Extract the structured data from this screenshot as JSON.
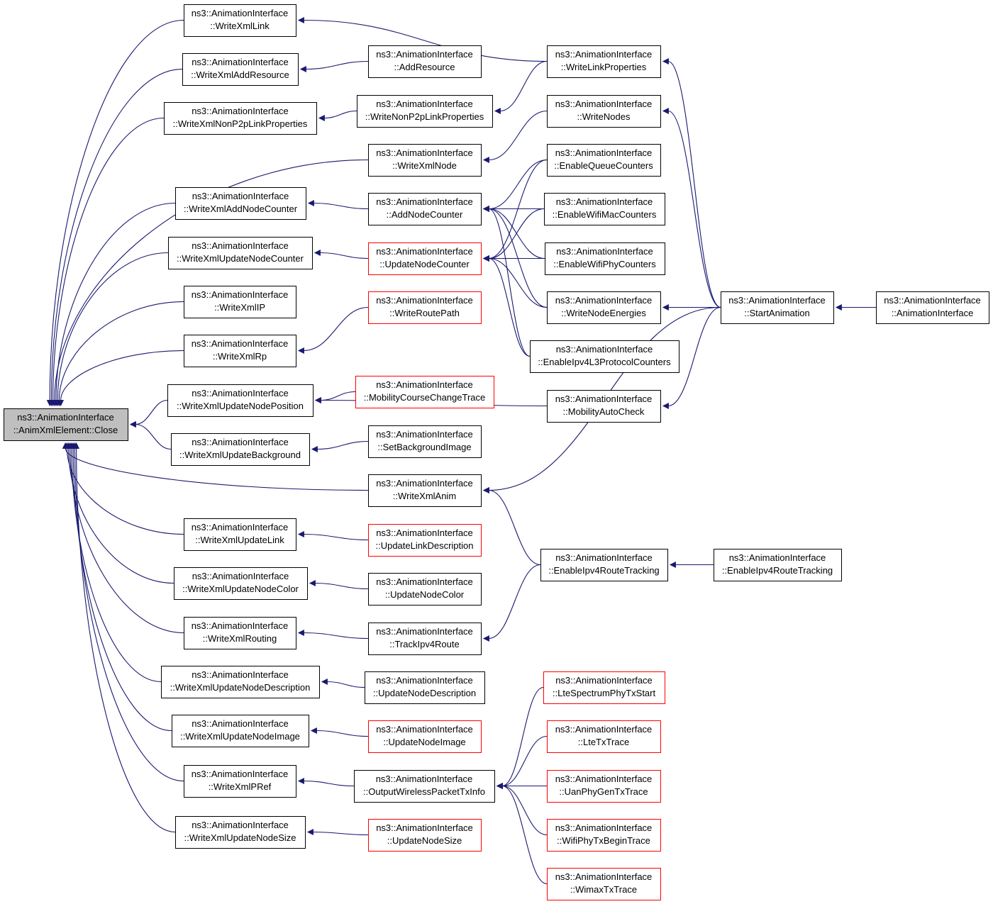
{
  "graph": {
    "edge_color": "#191970",
    "node_border_default": "#000000",
    "node_border_undocumented": "#ff0000",
    "root_fill": "#bfbfbf",
    "nodes": [
      {
        "id": "close",
        "lines": [
          "ns3::AnimationInterface",
          "::AnimXmlElement::Close"
        ],
        "style": "root"
      },
      {
        "id": "writeXmlLink",
        "lines": [
          "ns3::AnimationInterface",
          "::WriteXmlLink"
        ],
        "style": "normal"
      },
      {
        "id": "writeXmlAddResource",
        "lines": [
          "ns3::AnimationInterface",
          "::WriteXmlAddResource"
        ],
        "style": "normal"
      },
      {
        "id": "writeXmlNonP2p",
        "lines": [
          "ns3::AnimationInterface",
          "::WriteXmlNonP2pLinkProperties"
        ],
        "style": "normal"
      },
      {
        "id": "writeXmlAddNodeCounter",
        "lines": [
          "ns3::AnimationInterface",
          "::WriteXmlAddNodeCounter"
        ],
        "style": "normal"
      },
      {
        "id": "writeXmlUpdateNodeCounter",
        "lines": [
          "ns3::AnimationInterface",
          "::WriteXmlUpdateNodeCounter"
        ],
        "style": "normal"
      },
      {
        "id": "writeXmlIP",
        "lines": [
          "ns3::AnimationInterface",
          "::WriteXmlIP"
        ],
        "style": "normal"
      },
      {
        "id": "writeXmlRp",
        "lines": [
          "ns3::AnimationInterface",
          "::WriteXmlRp"
        ],
        "style": "normal"
      },
      {
        "id": "writeXmlUpdateNodePosition",
        "lines": [
          "ns3::AnimationInterface",
          "::WriteXmlUpdateNodePosition"
        ],
        "style": "normal"
      },
      {
        "id": "writeXmlUpdateBackground",
        "lines": [
          "ns3::AnimationInterface",
          "::WriteXmlUpdateBackground"
        ],
        "style": "normal"
      },
      {
        "id": "writeXmlUpdateLink",
        "lines": [
          "ns3::AnimationInterface",
          "::WriteXmlUpdateLink"
        ],
        "style": "normal"
      },
      {
        "id": "writeXmlUpdateNodeColor",
        "lines": [
          "ns3::AnimationInterface",
          "::WriteXmlUpdateNodeColor"
        ],
        "style": "normal"
      },
      {
        "id": "writeXmlRouting",
        "lines": [
          "ns3::AnimationInterface",
          "::WriteXmlRouting"
        ],
        "style": "normal"
      },
      {
        "id": "writeXmlUpdateNodeDescription",
        "lines": [
          "ns3::AnimationInterface",
          "::WriteXmlUpdateNodeDescription"
        ],
        "style": "normal"
      },
      {
        "id": "writeXmlUpdateNodeImage",
        "lines": [
          "ns3::AnimationInterface",
          "::WriteXmlUpdateNodeImage"
        ],
        "style": "normal"
      },
      {
        "id": "writeXmlPRef",
        "lines": [
          "ns3::AnimationInterface",
          "::WriteXmlPRef"
        ],
        "style": "normal"
      },
      {
        "id": "writeXmlUpdateNodeSize",
        "lines": [
          "ns3::AnimationInterface",
          "::WriteXmlUpdateNodeSize"
        ],
        "style": "normal"
      },
      {
        "id": "addResource",
        "lines": [
          "ns3::AnimationInterface",
          "::AddResource"
        ],
        "style": "normal"
      },
      {
        "id": "writeNonP2pLinkProperties",
        "lines": [
          "ns3::AnimationInterface",
          "::WriteNonP2pLinkProperties"
        ],
        "style": "normal"
      },
      {
        "id": "writeXmlNode",
        "lines": [
          "ns3::AnimationInterface",
          "::WriteXmlNode"
        ],
        "style": "normal"
      },
      {
        "id": "addNodeCounter",
        "lines": [
          "ns3::AnimationInterface",
          "::AddNodeCounter"
        ],
        "style": "normal"
      },
      {
        "id": "updateNodeCounter",
        "lines": [
          "ns3::AnimationInterface",
          "::UpdateNodeCounter"
        ],
        "style": "red"
      },
      {
        "id": "writeRoutePath",
        "lines": [
          "ns3::AnimationInterface",
          "::WriteRoutePath"
        ],
        "style": "red"
      },
      {
        "id": "mobilityCourseChangeTrace",
        "lines": [
          "ns3::AnimationInterface",
          "::MobilityCourseChangeTrace"
        ],
        "style": "red"
      },
      {
        "id": "setBackgroundImage",
        "lines": [
          "ns3::AnimationInterface",
          "::SetBackgroundImage"
        ],
        "style": "normal"
      },
      {
        "id": "writeXmlAnim",
        "lines": [
          "ns3::AnimationInterface",
          "::WriteXmlAnim"
        ],
        "style": "normal"
      },
      {
        "id": "updateLinkDescription",
        "lines": [
          "ns3::AnimationInterface",
          "::UpdateLinkDescription"
        ],
        "style": "red"
      },
      {
        "id": "updateNodeColor",
        "lines": [
          "ns3::AnimationInterface",
          "::UpdateNodeColor"
        ],
        "style": "normal"
      },
      {
        "id": "trackIpv4Route",
        "lines": [
          "ns3::AnimationInterface",
          "::TrackIpv4Route"
        ],
        "style": "normal"
      },
      {
        "id": "updateNodeDescription",
        "lines": [
          "ns3::AnimationInterface",
          "::UpdateNodeDescription"
        ],
        "style": "normal"
      },
      {
        "id": "updateNodeImage",
        "lines": [
          "ns3::AnimationInterface",
          "::UpdateNodeImage"
        ],
        "style": "red"
      },
      {
        "id": "outputWirelessPacketTxInfo",
        "lines": [
          "ns3::AnimationInterface",
          "::OutputWirelessPacketTxInfo"
        ],
        "style": "normal"
      },
      {
        "id": "updateNodeSize",
        "lines": [
          "ns3::AnimationInterface",
          "::UpdateNodeSize"
        ],
        "style": "red"
      },
      {
        "id": "writeLinkProperties",
        "lines": [
          "ns3::AnimationInterface",
          "::WriteLinkProperties"
        ],
        "style": "normal"
      },
      {
        "id": "writeNodes",
        "lines": [
          "ns3::AnimationInterface",
          "::WriteNodes"
        ],
        "style": "normal"
      },
      {
        "id": "enableQueueCounters",
        "lines": [
          "ns3::AnimationInterface",
          "::EnableQueueCounters"
        ],
        "style": "normal"
      },
      {
        "id": "enableWifiMacCounters",
        "lines": [
          "ns3::AnimationInterface",
          "::EnableWifiMacCounters"
        ],
        "style": "normal"
      },
      {
        "id": "enableWifiPhyCounters",
        "lines": [
          "ns3::AnimationInterface",
          "::EnableWifiPhyCounters"
        ],
        "style": "normal"
      },
      {
        "id": "writeNodeEnergies",
        "lines": [
          "ns3::AnimationInterface",
          "::WriteNodeEnergies"
        ],
        "style": "normal"
      },
      {
        "id": "enableIpv4L3ProtocolCounters",
        "lines": [
          "ns3::AnimationInterface",
          "::EnableIpv4L3ProtocolCounters"
        ],
        "style": "normal"
      },
      {
        "id": "mobilityAutoCheck",
        "lines": [
          "ns3::AnimationInterface",
          "::MobilityAutoCheck"
        ],
        "style": "normal"
      },
      {
        "id": "enableIpv4RouteTrackingMid",
        "lines": [
          "ns3::AnimationInterface",
          "::EnableIpv4RouteTracking"
        ],
        "style": "normal"
      },
      {
        "id": "lteSpectrumPhyTxStart",
        "lines": [
          "ns3::AnimationInterface",
          "::LteSpectrumPhyTxStart"
        ],
        "style": "red"
      },
      {
        "id": "lteTxTrace",
        "lines": [
          "ns3::AnimationInterface",
          "::LteTxTrace"
        ],
        "style": "red"
      },
      {
        "id": "uanPhyGenTxTrace",
        "lines": [
          "ns3::AnimationInterface",
          "::UanPhyGenTxTrace"
        ],
        "style": "red"
      },
      {
        "id": "wifiPhyTxBeginTrace",
        "lines": [
          "ns3::AnimationInterface",
          "::WifiPhyTxBeginTrace"
        ],
        "style": "red"
      },
      {
        "id": "wimaxTxTrace",
        "lines": [
          "ns3::AnimationInterface",
          "::WimaxTxTrace"
        ],
        "style": "red"
      },
      {
        "id": "startAnimation",
        "lines": [
          "ns3::AnimationInterface",
          "::StartAnimation"
        ],
        "style": "normal"
      },
      {
        "id": "enableIpv4RouteTrackingRight",
        "lines": [
          "ns3::AnimationInterface",
          "::EnableIpv4RouteTracking"
        ],
        "style": "normal"
      },
      {
        "id": "animationInterface",
        "lines": [
          "ns3::AnimationInterface",
          "::AnimationInterface"
        ],
        "style": "normal"
      }
    ],
    "edges": [
      {
        "from": "writeXmlLink",
        "to": "close"
      },
      {
        "from": "writeXmlAddResource",
        "to": "close"
      },
      {
        "from": "writeXmlNonP2p",
        "to": "close"
      },
      {
        "from": "writeXmlNode",
        "to": "close"
      },
      {
        "from": "writeXmlAddNodeCounter",
        "to": "close"
      },
      {
        "from": "writeXmlUpdateNodeCounter",
        "to": "close"
      },
      {
        "from": "writeXmlIP",
        "to": "close"
      },
      {
        "from": "writeXmlRp",
        "to": "close"
      },
      {
        "from": "writeXmlUpdateNodePosition",
        "to": "close"
      },
      {
        "from": "writeXmlUpdateBackground",
        "to": "close"
      },
      {
        "from": "writeXmlAnim",
        "to": "close"
      },
      {
        "from": "writeXmlUpdateLink",
        "to": "close"
      },
      {
        "from": "writeXmlUpdateNodeColor",
        "to": "close"
      },
      {
        "from": "writeXmlRouting",
        "to": "close"
      },
      {
        "from": "writeXmlUpdateNodeDescription",
        "to": "close"
      },
      {
        "from": "writeXmlUpdateNodeImage",
        "to": "close"
      },
      {
        "from": "writeXmlPRef",
        "to": "close"
      },
      {
        "from": "writeXmlUpdateNodeSize",
        "to": "close"
      },
      {
        "from": "writeLinkProperties",
        "to": "writeXmlLink"
      },
      {
        "from": "addResource",
        "to": "writeXmlAddResource"
      },
      {
        "from": "writeNonP2pLinkProperties",
        "to": "writeXmlNonP2p"
      },
      {
        "from": "addNodeCounter",
        "to": "writeXmlAddNodeCounter"
      },
      {
        "from": "updateNodeCounter",
        "to": "writeXmlUpdateNodeCounter"
      },
      {
        "from": "writeRoutePath",
        "to": "writeXmlRp"
      },
      {
        "from": "mobilityCourseChangeTrace",
        "to": "writeXmlUpdateNodePosition"
      },
      {
        "from": "mobilityAutoCheck",
        "to": "writeXmlUpdateNodePosition"
      },
      {
        "from": "setBackgroundImage",
        "to": "writeXmlUpdateBackground"
      },
      {
        "from": "updateLinkDescription",
        "to": "writeXmlUpdateLink"
      },
      {
        "from": "updateNodeColor",
        "to": "writeXmlUpdateNodeColor"
      },
      {
        "from": "trackIpv4Route",
        "to": "writeXmlRouting"
      },
      {
        "from": "updateNodeDescription",
        "to": "writeXmlUpdateNodeDescription"
      },
      {
        "from": "updateNodeImage",
        "to": "writeXmlUpdateNodeImage"
      },
      {
        "from": "outputWirelessPacketTxInfo",
        "to": "writeXmlPRef"
      },
      {
        "from": "updateNodeSize",
        "to": "writeXmlUpdateNodeSize"
      },
      {
        "from": "writeLinkProperties",
        "to": "writeNonP2pLinkProperties"
      },
      {
        "from": "writeNodes",
        "to": "writeXmlNode"
      },
      {
        "from": "enableQueueCounters",
        "to": "addNodeCounter"
      },
      {
        "from": "enableWifiMacCounters",
        "to": "addNodeCounter"
      },
      {
        "from": "enableWifiPhyCounters",
        "to": "addNodeCounter"
      },
      {
        "from": "writeNodeEnergies",
        "to": "addNodeCounter"
      },
      {
        "from": "enableIpv4L3ProtocolCounters",
        "to": "addNodeCounter"
      },
      {
        "from": "enableQueueCounters",
        "to": "updateNodeCounter"
      },
      {
        "from": "enableWifiMacCounters",
        "to": "updateNodeCounter"
      },
      {
        "from": "enableWifiPhyCounters",
        "to": "updateNodeCounter"
      },
      {
        "from": "writeNodeEnergies",
        "to": "updateNodeCounter"
      },
      {
        "from": "enableIpv4L3ProtocolCounters",
        "to": "updateNodeCounter"
      },
      {
        "from": "startAnimation",
        "to": "writeXmlAnim"
      },
      {
        "from": "enableIpv4RouteTrackingMid",
        "to": "writeXmlAnim"
      },
      {
        "from": "enableIpv4RouteTrackingMid",
        "to": "trackIpv4Route"
      },
      {
        "from": "lteSpectrumPhyTxStart",
        "to": "outputWirelessPacketTxInfo"
      },
      {
        "from": "lteTxTrace",
        "to": "outputWirelessPacketTxInfo"
      },
      {
        "from": "uanPhyGenTxTrace",
        "to": "outputWirelessPacketTxInfo"
      },
      {
        "from": "wifiPhyTxBeginTrace",
        "to": "outputWirelessPacketTxInfo"
      },
      {
        "from": "wimaxTxTrace",
        "to": "outputWirelessPacketTxInfo"
      },
      {
        "from": "startAnimation",
        "to": "writeLinkProperties"
      },
      {
        "from": "startAnimation",
        "to": "writeNodes"
      },
      {
        "from": "startAnimation",
        "to": "writeNodeEnergies"
      },
      {
        "from": "startAnimation",
        "to": "mobilityAutoCheck"
      },
      {
        "from": "animationInterface",
        "to": "startAnimation"
      },
      {
        "from": "enableIpv4RouteTrackingRight",
        "to": "enableIpv4RouteTrackingMid"
      }
    ]
  }
}
